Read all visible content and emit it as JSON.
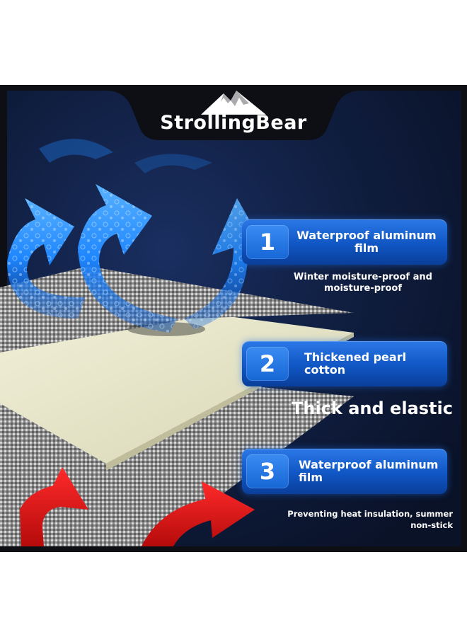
{
  "brand": {
    "name": "StrollingBear",
    "logo_icon": "mountain-peak-icon"
  },
  "features": [
    {
      "number": "1",
      "title": "Waterproof aluminum film"
    },
    {
      "number": "2",
      "title": "Thickened pearl cotton"
    },
    {
      "number": "3",
      "title": "Waterproof aluminum film"
    }
  ],
  "captions": {
    "layer1": "Winter moisture-proof and moisture-proof",
    "layer2": "Thick and elastic",
    "layer3": "Preventing heat insulation, summer non-stick"
  },
  "colors": {
    "background_dark": "#0d0f14",
    "navy": "#0f1e3f",
    "card_blue": "#1766d6",
    "arrow_blue": "#1f86ff",
    "arrow_red": "#e01515",
    "foam_cream": "#e6e4c7",
    "foil_grey": "#9a9a9a"
  },
  "illustration": {
    "arrows_up": "blue-moisture-arrow-icon",
    "arrows_down": "red-heat-arrow-icon",
    "layers": [
      "aluminum-foil-layer",
      "pearl-cotton-layer",
      "aluminum-foil-layer"
    ]
  }
}
